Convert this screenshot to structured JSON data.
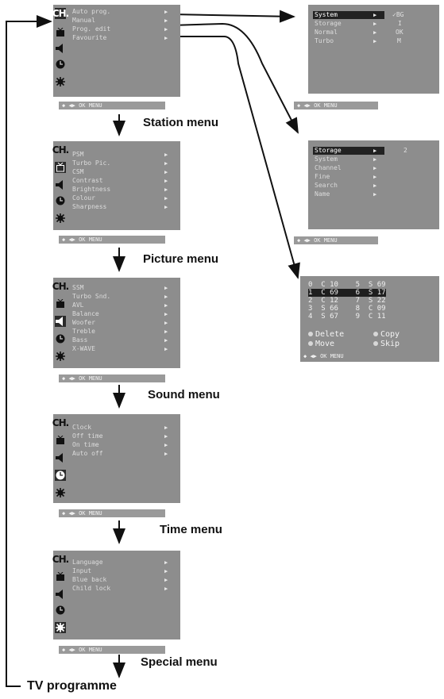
{
  "labels": {
    "station": "Station menu",
    "picture": "Picture menu",
    "sound": "Sound menu",
    "time": "Time menu",
    "special": "Special menu",
    "tv": "TV programme"
  },
  "ch_icon": "CH.",
  "nav_bar": "◆ ◀▶ OK MENU",
  "station_menu": [
    "Auto prog.",
    "Manual",
    "Prog. edit",
    "Favourite"
  ],
  "picture_menu": [
    "PSM",
    "Turbo Pic.",
    "CSM",
    "Contrast",
    "Brightness",
    "Colour",
    "Sharpness"
  ],
  "sound_menu": [
    "SSM",
    "Turbo Snd.",
    "AVL",
    "Balance",
    "Woofer",
    "Treble",
    "Bass",
    "X-WAVE"
  ],
  "time_menu": [
    "Clock",
    "Off time",
    "On time",
    "Auto off"
  ],
  "special_menu": [
    "Language",
    "Input",
    "Blue back",
    "Child lock"
  ],
  "auto_prog": {
    "items": [
      "System",
      "Storage",
      "Normal",
      "Turbo"
    ],
    "values": [
      "✓BG",
      "I",
      "OK",
      "M"
    ]
  },
  "manual": {
    "items": [
      "Storage",
      "System",
      "Channel",
      "Fine",
      "Search",
      "Name"
    ],
    "storage_value": "2"
  },
  "prog_edit": {
    "rows": [
      "0  C 10    5  S 69",
      "1  C 69    6  S 17",
      "2  C 12    7  S 22",
      "3  S 66    8  C 09",
      "4  S 67    9  C 11"
    ],
    "legend": [
      "Delete",
      "Copy",
      "Move",
      "Skip"
    ],
    "legend_colors": [
      "#d8d8d8",
      "#d8d8d8",
      "#d8d8d8",
      "#d8d8d8"
    ]
  },
  "icons": [
    "ch-icon",
    "picture-icon",
    "speaker-icon",
    "clock-icon",
    "gear-icon"
  ]
}
